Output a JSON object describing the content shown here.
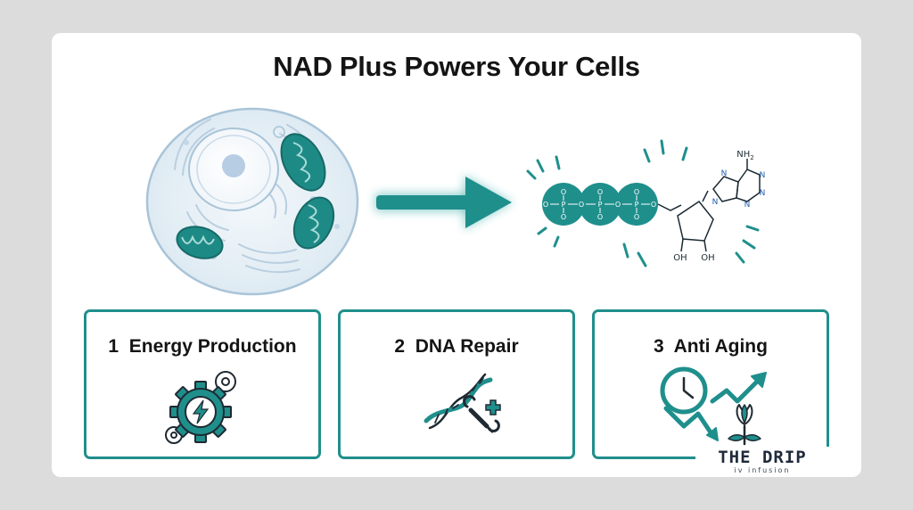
{
  "title": "NAD Plus Powers Your Cells",
  "benefits": [
    {
      "label": "1  Energy Production",
      "icon": "gear-lightning-icon"
    },
    {
      "label": "2  DNA Repair",
      "icon": "dna-wrench-icon"
    },
    {
      "label": "3  Anti Aging",
      "icon": "clock-growth-flower-icon"
    }
  ],
  "molecule": {
    "phosphate_label": "P",
    "oxygen_label": "O",
    "nh2_label": "NH",
    "nh2_sub": "2",
    "n_label": "N",
    "oh_left": "OH",
    "oh_right": "OH"
  },
  "logo": {
    "name": "THE DRIP",
    "tagline": "iv infusion"
  },
  "colors": {
    "accent": "#1f8f8c",
    "cell_fill": "#e3eef5",
    "mito": "#1e8a86",
    "nucleus": "#b7cde4"
  }
}
